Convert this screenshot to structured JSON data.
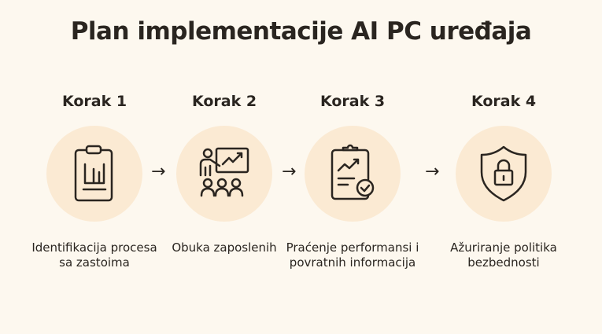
{
  "title": "Plan implementacije AI PC uređaja",
  "arrow": "→",
  "steps": [
    {
      "heading": "Korak 1",
      "icon": "clipboard-chart-icon",
      "label": "Identifikacija procesa sa zastoima"
    },
    {
      "heading": "Korak 2",
      "icon": "presentation-training-icon",
      "label": "Obuka zaposlenih"
    },
    {
      "heading": "Korak 3",
      "icon": "clipboard-check-icon",
      "label": "Praćenje performansi i povratnih informacija"
    },
    {
      "heading": "Korak 4",
      "icon": "shield-lock-icon",
      "label": "Ažuriranje politika bezbednosti"
    }
  ],
  "colors": {
    "background": "#fdf8ef",
    "circle": "#fbead3",
    "text": "#2a2520"
  }
}
